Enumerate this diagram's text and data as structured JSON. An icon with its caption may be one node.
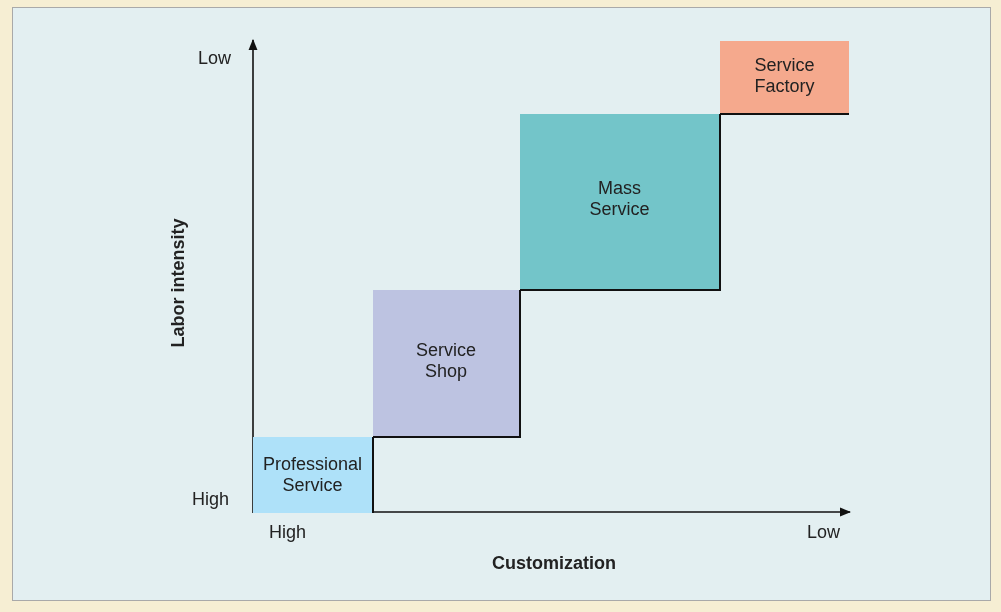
{
  "diagram": {
    "nodes": [
      {
        "text": [
          "Professional Service"
        ]
      },
      {
        "text": [
          "Service Shop"
        ]
      },
      {
        "text": [
          "Mass Service"
        ]
      },
      {
        "text": [
          "Service Factory"
        ]
      }
    ],
    "labels": [
      "Low",
      "High",
      "High",
      "Low",
      "Labor intensity",
      "Customization"
    ]
  }
}
